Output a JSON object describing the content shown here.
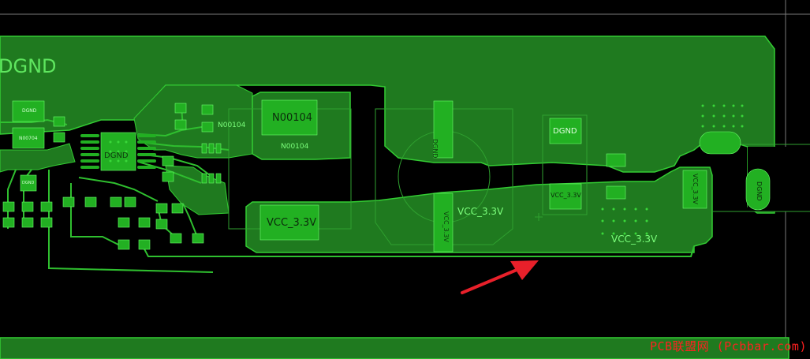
{
  "board": {
    "net_labels": {
      "dgnd_large": "DGND",
      "n00104_chip": "N00104",
      "n00104_small_right": "N00104",
      "n00104_small_left": "N00104",
      "vcc_chip_left": "VCC_3.3V",
      "vcc_cap_label": "VCC_3.3V",
      "vcc_bottom_right": "VCC_3.3V",
      "dgnd_cap_vertical": "DGND",
      "vcc_cap_vertical": "VCC_3.3V",
      "dgnd_pad_mid": "DGND",
      "vcc_pad_mid": "VCC_3.3V",
      "vcc_right_vertical": "VCC_3.3V",
      "dgnd_right_oval": "DGND",
      "dgnd_left_small": "DGND",
      "ic_label": "DGND",
      "net_small_1": "N00704",
      "net_small_2": "DGND"
    },
    "watermark": "PCB联盟网 (Pcbbar.com)"
  },
  "colors": {
    "background": "#000000",
    "copper_fill": "#1f7a1f",
    "copper_outline": "#33cc33",
    "pad": "#22b022",
    "text": "#7CFF7C",
    "arrow": "#e8202a",
    "watermark": "#ff2020"
  }
}
